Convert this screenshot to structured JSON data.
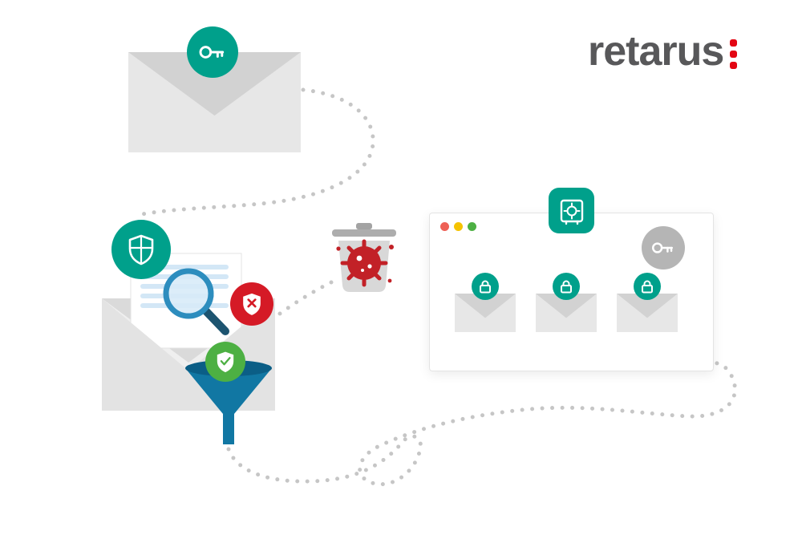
{
  "brand": {
    "logo_text": "retarus"
  },
  "palette": {
    "teal": "#00a08b",
    "logo_red": "#e30613",
    "logo_gray": "#58585a",
    "badge_red": "#d51a26",
    "badge_green": "#4db043",
    "funnel_blue": "#1177a3",
    "funnel_blue_dark": "#0b5e86",
    "magnifier_blue": "#2d8dbe",
    "magnifier_handle": "#1d5470",
    "virus_red": "#c22127",
    "icon_gray": "#b5b5b5",
    "dotted_line": "#c6c6c6",
    "envelope_body": "#e7e7e7",
    "envelope_flap": "#d2d2d2",
    "window_dot_red": "#ee6055",
    "window_dot_yellow": "#f5c301",
    "window_dot_green": "#4db043"
  },
  "icons": {
    "top_badge": "key-icon",
    "scan_badge": "shield-icon",
    "block_badge": "shield-x-icon",
    "approve_badge": "shield-check-icon",
    "inspect": "magnifier-icon",
    "filter": "funnel-icon",
    "quarantine": "trash-icon",
    "threat": "virus-icon",
    "vault_badge": "safe-icon",
    "archive_key_badge": "key-icon",
    "message_lock_badge": "lock-icon"
  },
  "window": {
    "controls": [
      "red",
      "yellow",
      "green"
    ],
    "encrypted_message_count": 3
  }
}
